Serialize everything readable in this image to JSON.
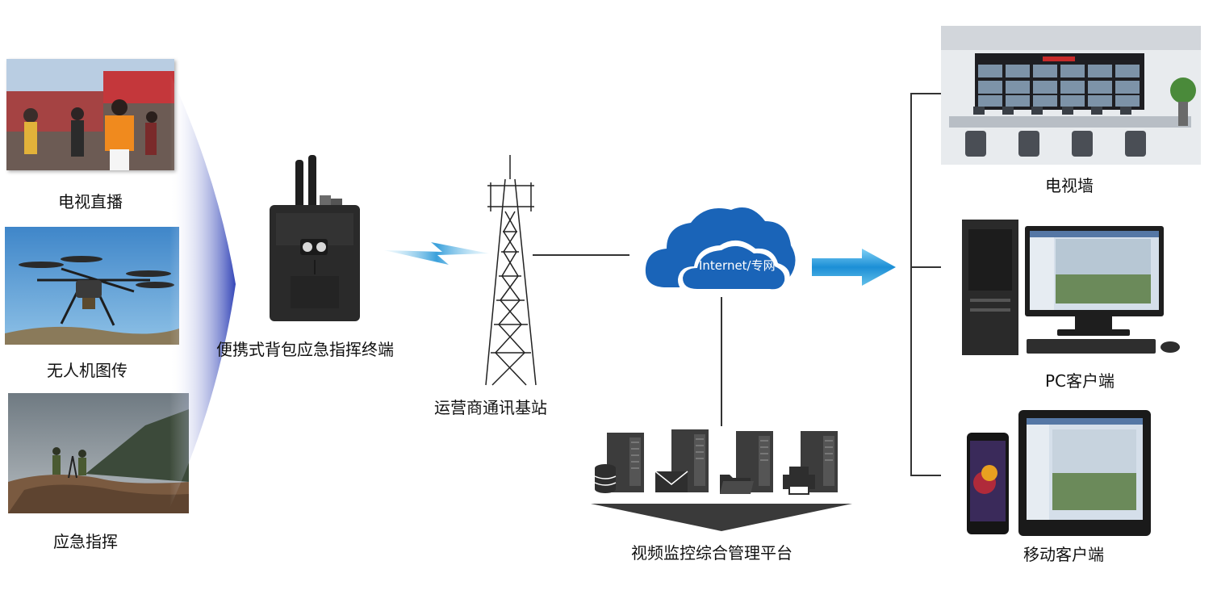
{
  "sources": {
    "tv_live": "电视直播",
    "drone": "无人机图传",
    "emergency": "应急指挥"
  },
  "terminal": {
    "label": "便携式背包应急指挥终端"
  },
  "tower": {
    "label": "运营商通讯基站"
  },
  "cloud": {
    "label": "Internet/专网"
  },
  "platform": {
    "label": "视频监控综合管理平台"
  },
  "outputs": {
    "tv_wall": "电视墙",
    "pc_client": "PC客户端",
    "mobile_client": "移动客户端"
  },
  "colors": {
    "cloud": "#1a64b8",
    "arrow": "#2a9fe0",
    "funnel": "#4a5dc8",
    "line": "#333333"
  }
}
